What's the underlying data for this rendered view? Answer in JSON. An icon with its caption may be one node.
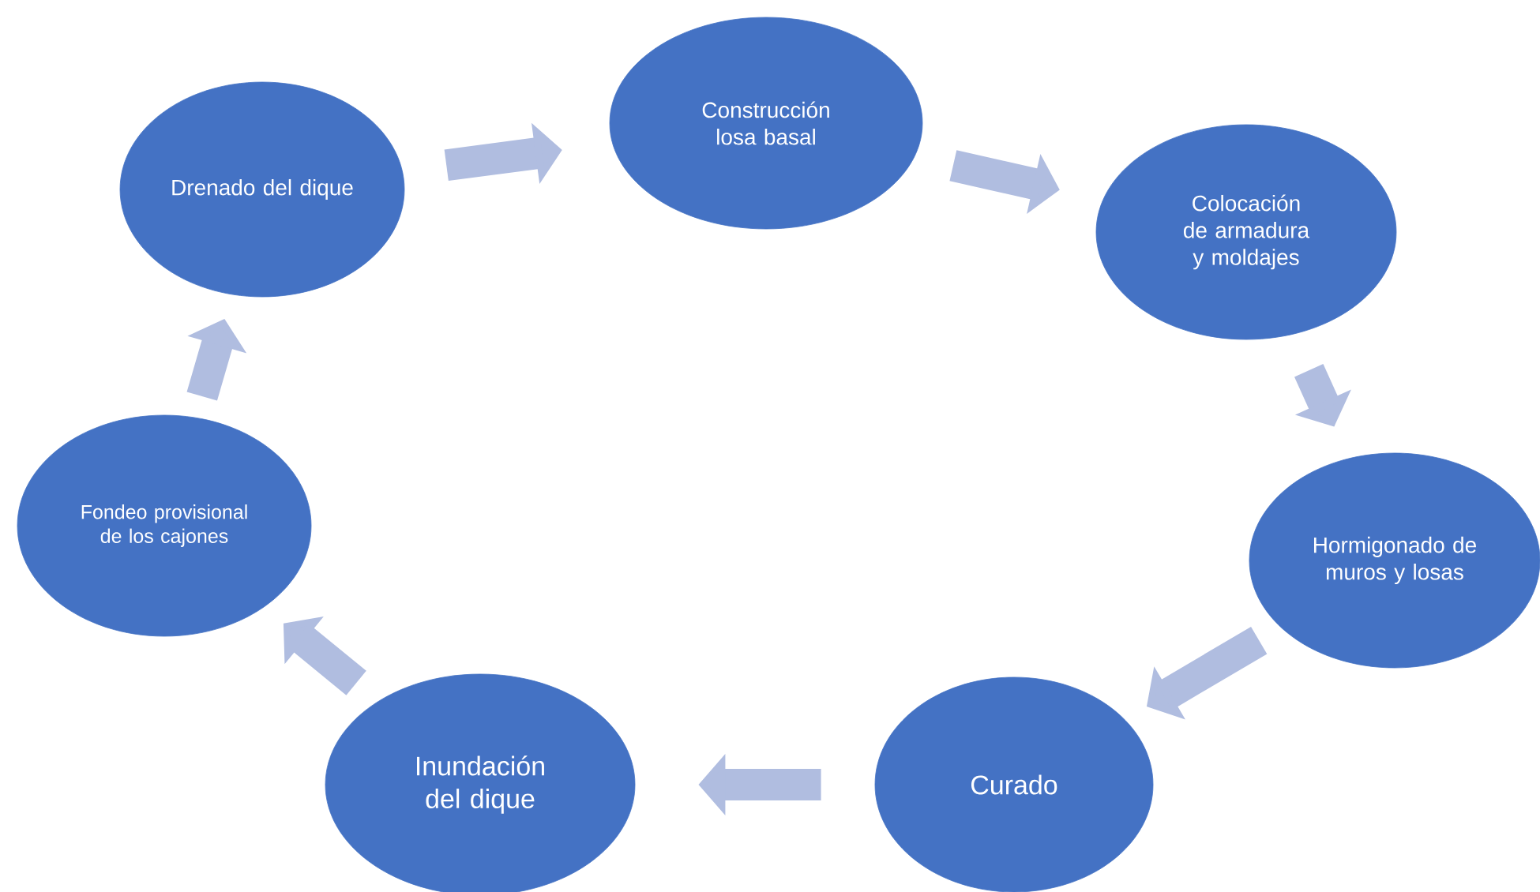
{
  "diagram": {
    "nodes": [
      {
        "text": [
          "Drenado del dique"
        ]
      },
      {
        "text": [
          "Construcción losa basal"
        ]
      },
      {
        "text": [
          "Colocación de armadura y moldajes"
        ]
      },
      {
        "text": [
          "Hormigonado de muros y losas"
        ]
      },
      {
        "text": [
          "Curado"
        ]
      },
      {
        "text": [
          "Inundación del dique"
        ]
      },
      {
        "text": [
          "Fondeo provisional de los cajones"
        ]
      }
    ],
    "edges": [
      {
        "from": 0,
        "to": 1,
        "arrow": "to"
      },
      {
        "from": 1,
        "to": 2,
        "arrow": "to"
      },
      {
        "from": 2,
        "to": 3,
        "arrow": "to"
      },
      {
        "from": 3,
        "to": 4,
        "arrow": "to"
      },
      {
        "from": 4,
        "to": 5,
        "arrow": "to"
      },
      {
        "from": 5,
        "to": 6,
        "arrow": "to"
      },
      {
        "from": 6,
        "to": 0,
        "arrow": "to"
      }
    ]
  }
}
